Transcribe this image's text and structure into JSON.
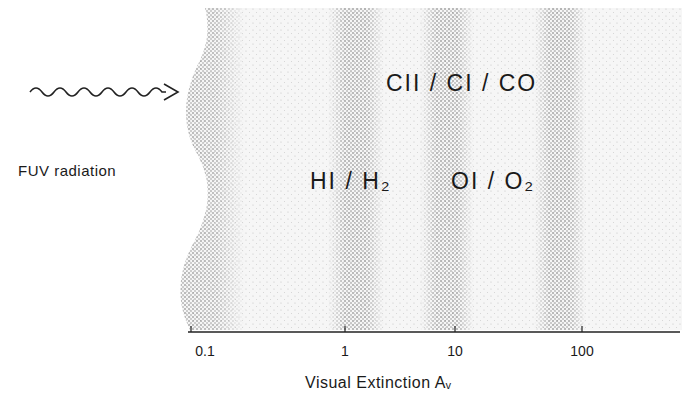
{
  "diagram": {
    "labels": [
      "CII / CI / CO",
      "HI / H₂",
      "OI / O₂",
      "FUV radiation",
      "0.1",
      "1",
      "10",
      "100",
      "Visual Extinction Aᵥ"
    ]
  }
}
